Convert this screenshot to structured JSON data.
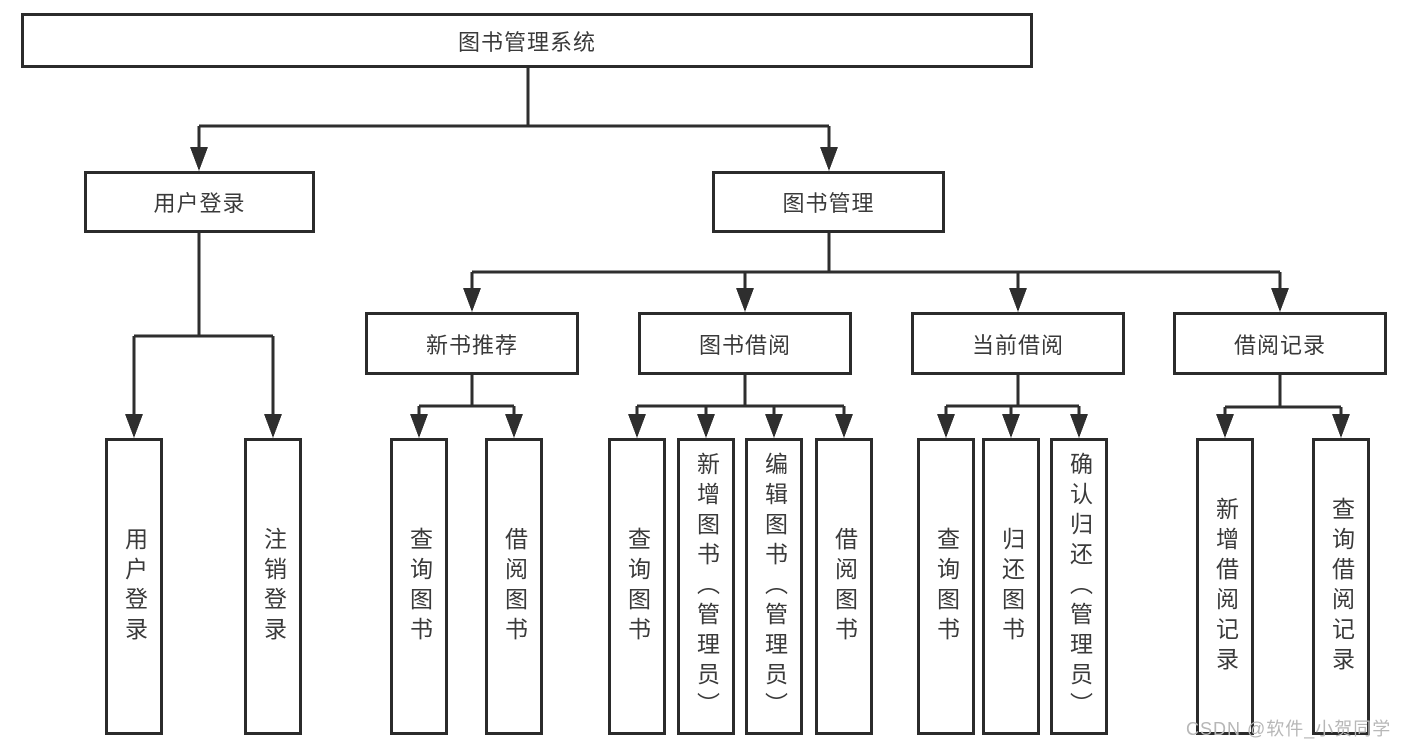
{
  "diagram_type": "hierarchy-tree",
  "watermark": "CSDN @软件_小贺同学",
  "colors": {
    "background": "#ffffff",
    "line": "#2e2e2e",
    "box_border": "#2b2b2b",
    "text": "#3a3a3a",
    "watermark_text": "#b7b7b7"
  },
  "tree": {
    "label": "图书管理系统",
    "children": [
      {
        "label": "用户登录",
        "children": [
          {
            "label": "用户登录"
          },
          {
            "label": "注销登录"
          }
        ]
      },
      {
        "label": "图书管理",
        "children": [
          {
            "label": "新书推荐",
            "children": [
              {
                "label": "查询图书"
              },
              {
                "label": "借阅图书"
              }
            ]
          },
          {
            "label": "图书借阅",
            "children": [
              {
                "label": "查询图书"
              },
              {
                "label": "新增图书（管理员）"
              },
              {
                "label": "编辑图书（管理员）"
              },
              {
                "label": "借阅图书"
              }
            ]
          },
          {
            "label": "当前借阅",
            "children": [
              {
                "label": "查询图书"
              },
              {
                "label": "归还图书"
              },
              {
                "label": "确认归还（管理员）"
              }
            ]
          },
          {
            "label": "借阅记录",
            "children": [
              {
                "label": "新增借阅记录"
              },
              {
                "label": "查询借阅记录"
              }
            ]
          }
        ]
      }
    ]
  }
}
